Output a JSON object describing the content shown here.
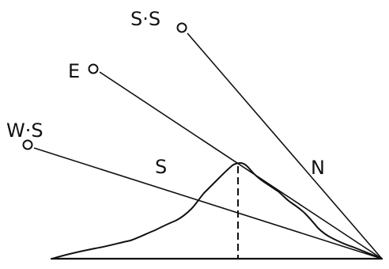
{
  "diagram": {
    "labels": {
      "summer_solstice": "S·S",
      "equinox": "E",
      "winter_solstice": "W·S",
      "south": "S",
      "north": "N"
    },
    "colors": {
      "ink": "#111111",
      "background": "#ffffff"
    }
  }
}
